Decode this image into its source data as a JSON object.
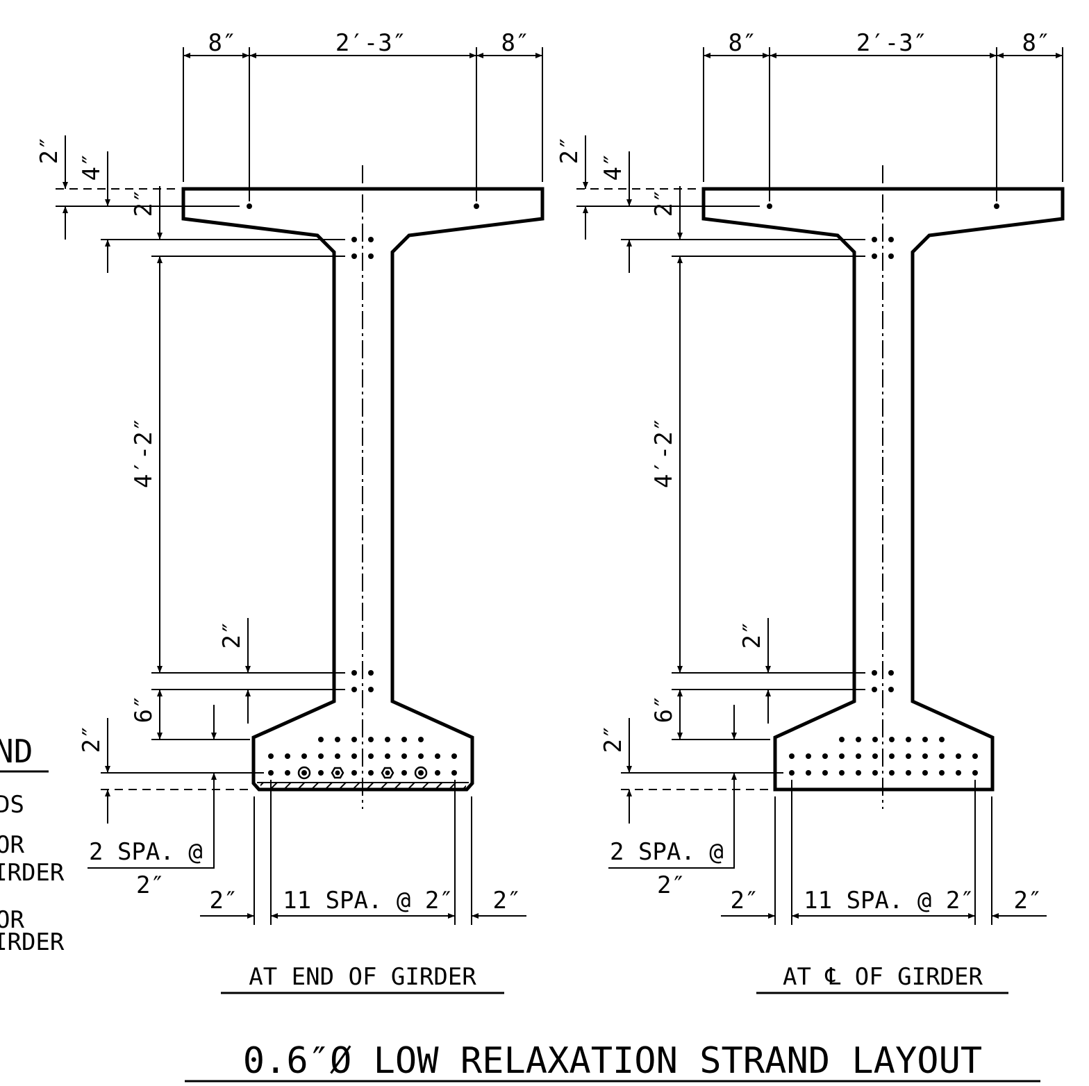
{
  "drawing_title": "0.6″Ø LOW RELAXATION STRAND LAYOUT",
  "colors": {
    "line": "#000000",
    "background": "#ffffff"
  },
  "legend": {
    "heading_fragment": "ND",
    "line1": "DS",
    "line2a": "OR",
    "line2b": "IRDER",
    "line3a": "OR",
    "line3b": "IRDER"
  },
  "sections": [
    {
      "label": "AT END OF GIRDER",
      "dims": {
        "top_left": "8″",
        "top_mid": "2′-3″",
        "top_right": "8″",
        "v_2a": "2″",
        "v_4": "4″",
        "v_2b": "2″",
        "web": "4′-2″",
        "v_2c": "2″",
        "v_6": "6″",
        "v_2d": "2″",
        "spa_a": "2 SPA. @",
        "spa_b": "2″",
        "bot_left": "2″",
        "bot_mid": "11 SPA. @ 2″",
        "bot_right": "2″"
      }
    },
    {
      "label": "AT ℄ OF GIRDER",
      "dims": {
        "top_left": "8″",
        "top_mid": "2′-3″",
        "top_right": "8″",
        "v_2a": "2″",
        "v_4": "4″",
        "v_2b": "2″",
        "web": "4′-2″",
        "v_2c": "2″",
        "v_6": "6″",
        "v_2d": "2″",
        "spa_a": "2 SPA. @",
        "spa_b": "2″",
        "bot_left": "2″",
        "bot_mid": "11 SPA. @ 2″",
        "bot_right": "2″"
      }
    }
  ]
}
